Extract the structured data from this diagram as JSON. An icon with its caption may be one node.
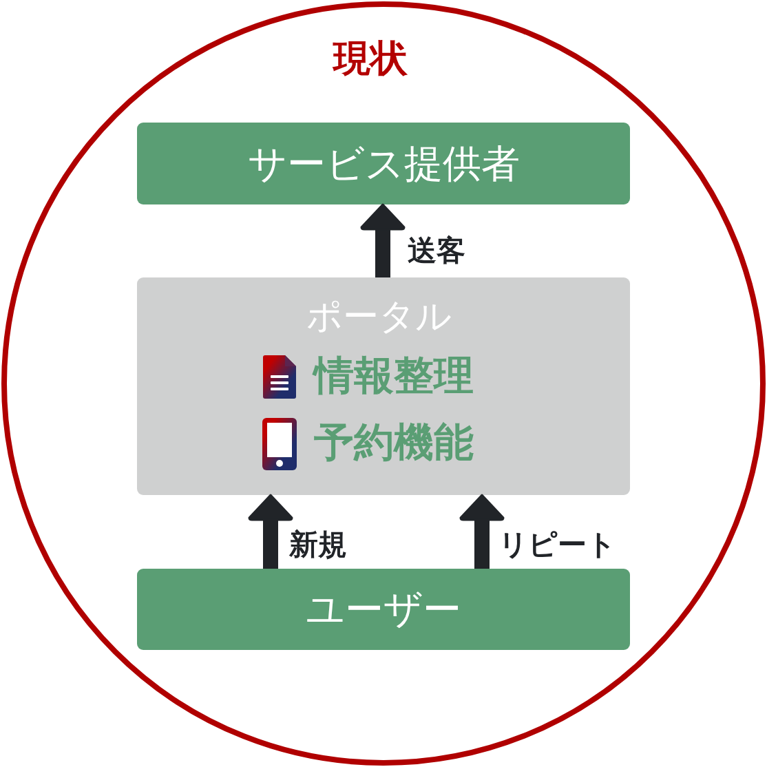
{
  "diagram": {
    "title": "現状",
    "nodes": [
      {
        "text": [
          "サービス提供者"
        ]
      },
      {
        "text": [
          "ポータル",
          "情報整理",
          "予約機能"
        ]
      },
      {
        "text": [
          "ユーザー"
        ]
      }
    ],
    "edges": [
      {
        "from": 1,
        "to": 0,
        "arrow": "to",
        "label": "送客"
      },
      {
        "from": 2,
        "to": 1,
        "arrow": "to",
        "label": "新規"
      },
      {
        "from": 2,
        "to": 1,
        "arrow": "to",
        "label": "リピート"
      }
    ]
  }
}
